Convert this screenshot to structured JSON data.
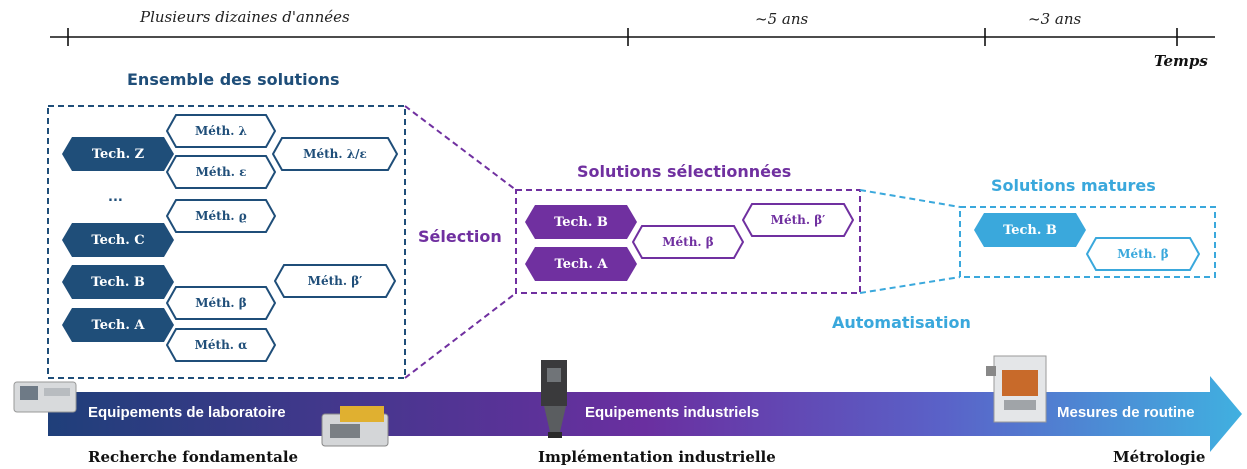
{
  "timeline": {
    "periods": [
      "Plusieurs dizaines d'années",
      "~5 ans",
      "~3 ans"
    ],
    "axis_label": "Temps"
  },
  "colors": {
    "blue_dark": "#1f4e79",
    "purple": "#7030a0",
    "light_blue": "#3aa8dc",
    "arrow_start": "#1f3f7a",
    "arrow_mid": "#7030a0",
    "arrow_end": "#40b0e0"
  },
  "groups": {
    "all": {
      "title": "Ensemble des solutions",
      "ellipsis": "...",
      "techs": [
        "Tech. Z",
        "Tech. C",
        "Tech. B",
        "Tech. A"
      ],
      "meths": [
        "Méth. λ",
        "Méth. ε",
        "Méth. λ/ε",
        "Méth. ϱ",
        "Méth. β′",
        "Méth. β",
        "Méth. α"
      ]
    },
    "selected": {
      "title": "Solutions sélectionnées",
      "techs": [
        "Tech. B",
        "Tech. A"
      ],
      "meths": [
        "Méth. β′",
        "Méth. β"
      ]
    },
    "mature": {
      "title": "Solutions matures",
      "techs": [
        "Tech. B"
      ],
      "meths": [
        "Méth. β"
      ]
    }
  },
  "transitions": {
    "selection": "Sélection",
    "automation": "Automatisation"
  },
  "arrow": {
    "labels": [
      "Equipements de laboratoire",
      "Equipements industriels",
      "Mesures de routine"
    ]
  },
  "stages": [
    "Recherche fondamentale",
    "Implémentation industrielle",
    "Métrologie"
  ]
}
